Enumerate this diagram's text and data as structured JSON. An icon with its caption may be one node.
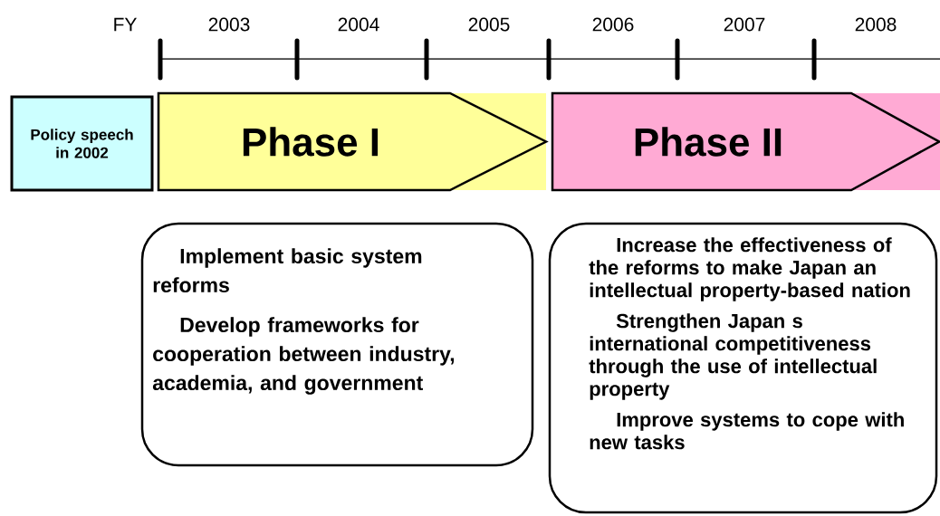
{
  "diagram": {
    "nodes": [
      {
        "text": [
          "Policy speech in 2002"
        ]
      },
      {
        "text": [
          "Phase I"
        ]
      },
      {
        "text": [
          "Phase II"
        ]
      },
      {
        "text": [
          "Implement basic system reforms",
          "Develop frameworks for cooperation between industry, academia, and government"
        ]
      },
      {
        "text": [
          "Increase the effectiveness of the reforms to make Japan an intellectual property-based nation",
          "Strengthen Japan s international competitiveness through the use of intellectual property",
          "Improve systems to cope with new tasks"
        ]
      }
    ],
    "labels": [
      "FY",
      "2003",
      "2004",
      "2005",
      "2006",
      "2007",
      "2008"
    ]
  }
}
